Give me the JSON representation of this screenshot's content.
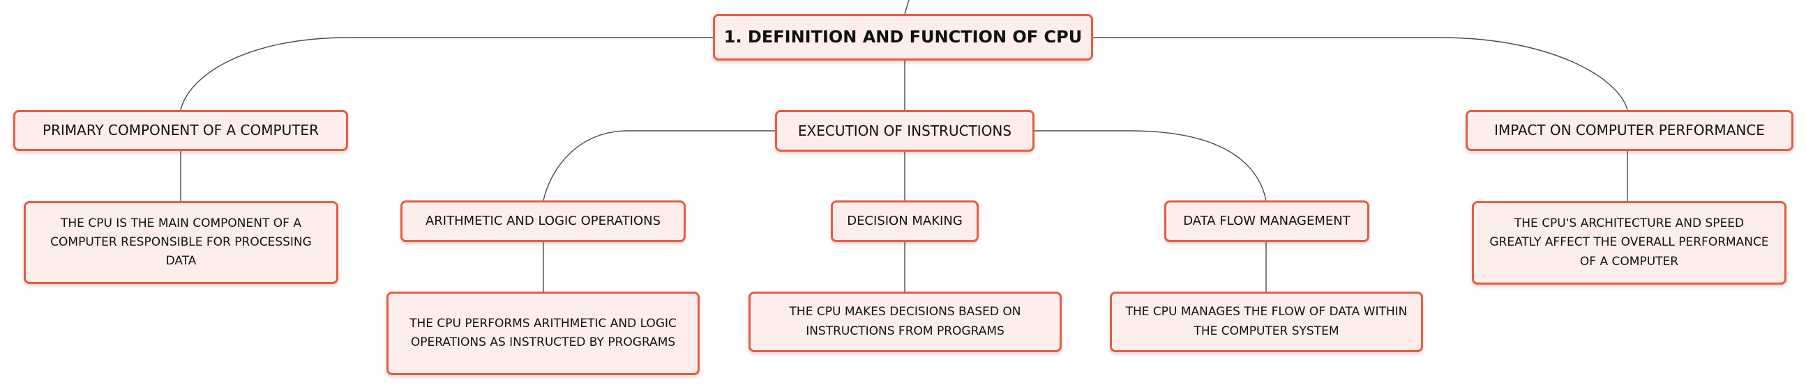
{
  "root": {
    "label": "1. DEFINITION AND FUNCTION OF CPU"
  },
  "primary": {
    "label": "PRIMARY COMPONENT OF A COMPUTER",
    "detail": "THE CPU IS THE MAIN COMPONENT OF A COMPUTER RESPONSIBLE FOR PROCESSING DATA"
  },
  "execution": {
    "label": "EXECUTION OF INSTRUCTIONS",
    "children": [
      {
        "label": "ARITHMETIC AND LOGIC OPERATIONS",
        "detail": "THE CPU PERFORMS ARITHMETIC AND LOGIC OPERATIONS AS INSTRUCTED BY PROGRAMS"
      },
      {
        "label": "DECISION MAKING",
        "detail": "THE CPU MAKES DECISIONS BASED ON INSTRUCTIONS FROM PROGRAMS"
      },
      {
        "label": "DATA FLOW MANAGEMENT",
        "detail": "THE CPU MANAGES THE FLOW OF DATA WITHIN THE COMPUTER SYSTEM"
      }
    ]
  },
  "impact": {
    "label": "IMPACT ON COMPUTER PERFORMANCE",
    "detail": "THE CPU'S ARCHITECTURE AND SPEED GREATLY AFFECT THE OVERALL PERFORMANCE OF A COMPUTER"
  },
  "colors": {
    "border": "#e15f45",
    "fill": "#fdeeec",
    "line": "#4a4a4a"
  }
}
